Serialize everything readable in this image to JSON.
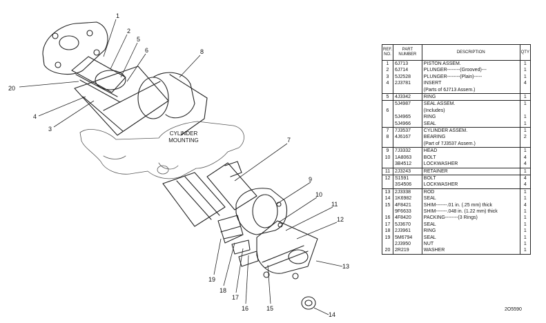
{
  "drawing": {
    "mounting_label": [
      "CYLINDER",
      "MOUNTING"
    ],
    "callouts": [
      "1",
      "2",
      "5",
      "6",
      "8",
      "20",
      "4",
      "3",
      "7",
      "9",
      "10",
      "11",
      "12",
      "13",
      "14",
      "15",
      "16",
      "17",
      "18",
      "19"
    ]
  },
  "table": {
    "headers": {
      "ref": "REF. NO.",
      "part": "PART NUMBER",
      "desc": "DESCRIPTION",
      "qty": "QTY"
    },
    "rows": [
      {
        "ref": "1",
        "num": "6J713",
        "desc": "PISTON ASSEM.",
        "qty": "1",
        "start": true
      },
      {
        "ref": "2",
        "num": "6J714",
        "desc": "PLUNGER--------(Grooved)---",
        "qty": "1"
      },
      {
        "ref": "3",
        "num": "5J2528",
        "desc": "PLUNGER--------(Plain)-----",
        "qty": "1"
      },
      {
        "ref": "4",
        "num": "2J3781",
        "desc": "INSERT",
        "qty": "4"
      },
      {
        "ref": "",
        "num": "",
        "desc": "(Parts of 6J713 Assem.)",
        "qty": ""
      },
      {
        "ref": "5",
        "num": "4J3342",
        "desc": "RING",
        "qty": "1",
        "start": true
      },
      {
        "ref": "",
        "num": "5J4987",
        "desc": "SEAL ASSEM.",
        "qty": "1",
        "start": true
      },
      {
        "ref": "6",
        "num": "",
        "desc": "(Includes)",
        "qty": ""
      },
      {
        "ref": "",
        "num": "5J4965",
        "desc": "RING",
        "qty": "1"
      },
      {
        "ref": "",
        "num": "5J4966",
        "desc": "SEAL",
        "qty": "1"
      },
      {
        "ref": "7",
        "num": "7J3537",
        "desc": "CYLINDER ASSEM.",
        "qty": "1",
        "start": true
      },
      {
        "ref": "8",
        "num": "4J6167",
        "desc": "BEARING",
        "qty": "2"
      },
      {
        "ref": "",
        "num": "",
        "desc": "(Part of 7J3537 Assem.)",
        "qty": ""
      },
      {
        "ref": "9",
        "num": "7J3332",
        "desc": "HEAD",
        "qty": "1",
        "start": true
      },
      {
        "ref": "10",
        "num": "1A8063",
        "desc": "BOLT",
        "qty": "4"
      },
      {
        "ref": "",
        "num": "3B4512",
        "desc": "LOCKWASHER",
        "qty": "4"
      },
      {
        "ref": "11",
        "num": "2J3243",
        "desc": "RETAINER",
        "qty": "1",
        "start": true
      },
      {
        "ref": "12",
        "num": "S1591",
        "desc": "BOLT",
        "qty": "4",
        "start": true
      },
      {
        "ref": "",
        "num": "3S4506",
        "desc": "LOCKWASHER",
        "qty": "4"
      },
      {
        "ref": "13",
        "num": "2J3338",
        "desc": "ROD",
        "qty": "1",
        "start": true
      },
      {
        "ref": "14",
        "num": "1K6982",
        "desc": "SEAL",
        "qty": "1"
      },
      {
        "ref": "15",
        "num": "4F8421",
        "desc": "SHIM-------.01 in. (.25 mm) thick",
        "qty": "4"
      },
      {
        "ref": "",
        "num": "9F6633",
        "desc": "SHIM-------.048 in. (1.22 mm) thick",
        "qty": "1"
      },
      {
        "ref": "16",
        "num": "4F8420",
        "desc": "PACKING--------(3 Rings)",
        "qty": "1"
      },
      {
        "ref": "17",
        "num": "5J3670",
        "desc": "SEAL",
        "qty": "1"
      },
      {
        "ref": "18",
        "num": "2J3961",
        "desc": "RING",
        "qty": "1"
      },
      {
        "ref": "19",
        "num": "5M6794",
        "desc": "SEAL",
        "qty": "1"
      },
      {
        "ref": "",
        "num": "2J3950",
        "desc": "NUT",
        "qty": "1"
      },
      {
        "ref": "20",
        "num": "2R219",
        "desc": "WASHER",
        "qty": "1"
      }
    ]
  },
  "figure_number": "2O5590"
}
